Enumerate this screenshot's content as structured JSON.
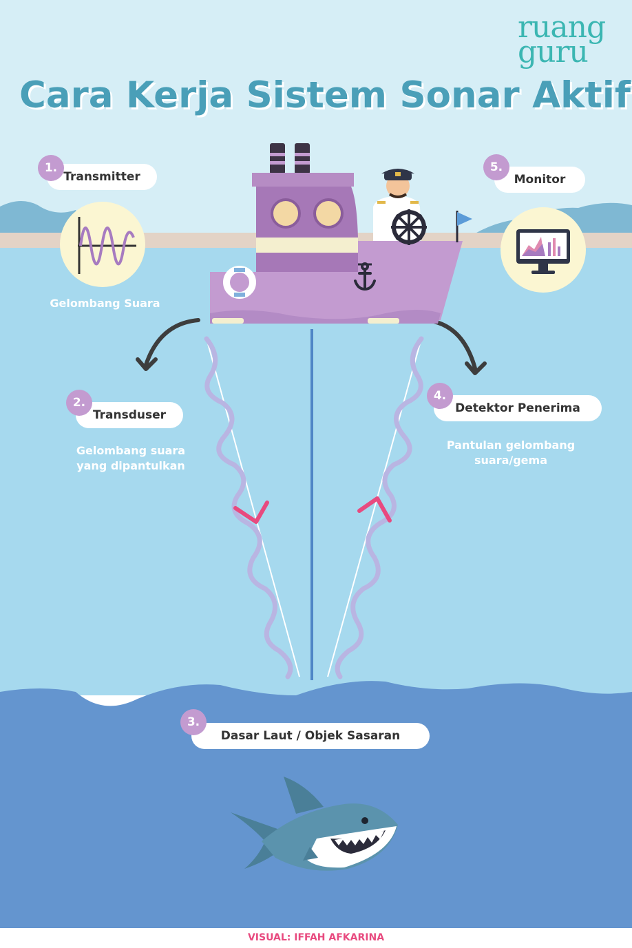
{
  "logo": {
    "line1": "ruang",
    "line2": "guru"
  },
  "title": "Cara Kerja Sistem Sonar Aktif",
  "steps": [
    {
      "number": "1.",
      "label": "Transmitter",
      "caption": "Gelombang Suara"
    },
    {
      "number": "2.",
      "label": "Transduser",
      "caption_line1": "Gelombang suara",
      "caption_line2": "yang dipantulkan"
    },
    {
      "number": "3.",
      "label": "Dasar Laut / Objek Sasaran"
    },
    {
      "number": "4.",
      "label": "Detektor Penerima",
      "caption_line1": "Pantulan gelombang",
      "caption_line2": "suara/gema"
    },
    {
      "number": "5.",
      "label": "Monitor"
    }
  ],
  "footer": "VISUAL: IFFAH AFKARINA",
  "colors": {
    "sky": "#d6eef6",
    "sea": "#a6d9ee",
    "deep_sea": "#6495cf",
    "ship": "#c39bd0",
    "accent": "#e84a7f",
    "title": "#4a9fb8",
    "logo": "#3bb6b2"
  },
  "icons": [
    "ruangguru-logo",
    "ship-icon",
    "captain-icon",
    "flag-icon",
    "sound-wave-icon",
    "monitor-icon",
    "shark-icon",
    "anchor-icon",
    "lifebuoy-icon"
  ]
}
